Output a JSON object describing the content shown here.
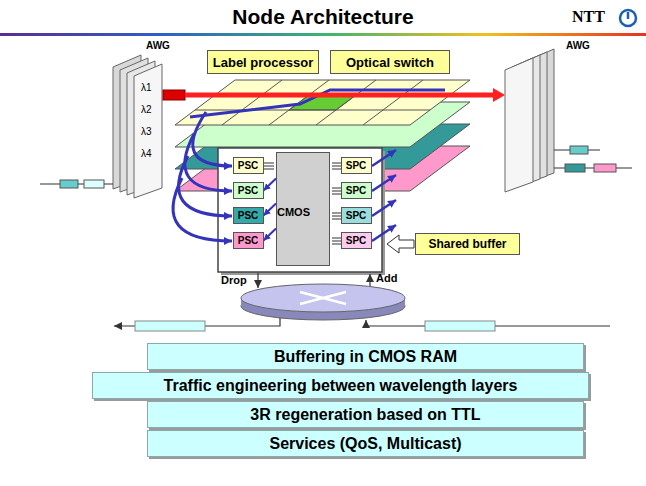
{
  "diagram": {
    "title": "Node Architecture",
    "nodes": [
      {
        "text": [
          "Label processor"
        ]
      },
      {
        "text": [
          "Optical switch"
        ]
      },
      {
        "text": [
          "PSC"
        ]
      },
      {
        "text": [
          "CMOS"
        ]
      },
      {
        "text": [
          "SPC"
        ]
      },
      {
        "text": [
          "PSC"
        ]
      },
      {
        "text": [
          "SPC"
        ]
      },
      {
        "text": [
          "PSC"
        ]
      },
      {
        "text": [
          "SPC"
        ]
      },
      {
        "text": [
          "PSC"
        ]
      },
      {
        "text": [
          "SPC"
        ]
      },
      {
        "text": [
          "Shared buffer"
        ]
      },
      {
        "text": [
          "Buffering in CMOS RAM"
        ]
      },
      {
        "text": [
          "Traffic engineering between wavelength layers"
        ]
      },
      {
        "text": [
          "3R regeneration based on TTL"
        ]
      },
      {
        "text": [
          "Services (QoS, Multicast)"
        ]
      }
    ],
    "edges": [
      {
        "from": 3,
        "to": 5,
        "arrow": "to"
      },
      {
        "from": 3,
        "to": 7,
        "arrow": "to"
      },
      {
        "from": 3,
        "to": 9,
        "arrow": "to"
      }
    ],
    "labels": [
      "NTT",
      "AWG",
      "AWG",
      "λ1",
      "λ2",
      "λ3",
      "λ4",
      "Drop",
      "Add"
    ]
  }
}
